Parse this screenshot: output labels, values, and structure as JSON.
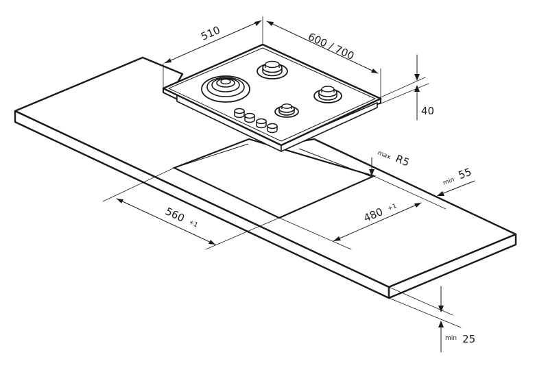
{
  "dimensions": {
    "depth": "510",
    "width": "600 / 700",
    "height": "40",
    "cutout_width": "560",
    "cutout_width_tol": "+1",
    "cutout_depth": "480",
    "cutout_depth_tol": "+1",
    "radius_prefix": "max",
    "radius": "R5",
    "edge_prefix": "min",
    "edge": "55",
    "thickness_prefix": "min",
    "thickness": "25"
  },
  "colors": {
    "line": "#1a1a1a",
    "background": "#ffffff"
  }
}
